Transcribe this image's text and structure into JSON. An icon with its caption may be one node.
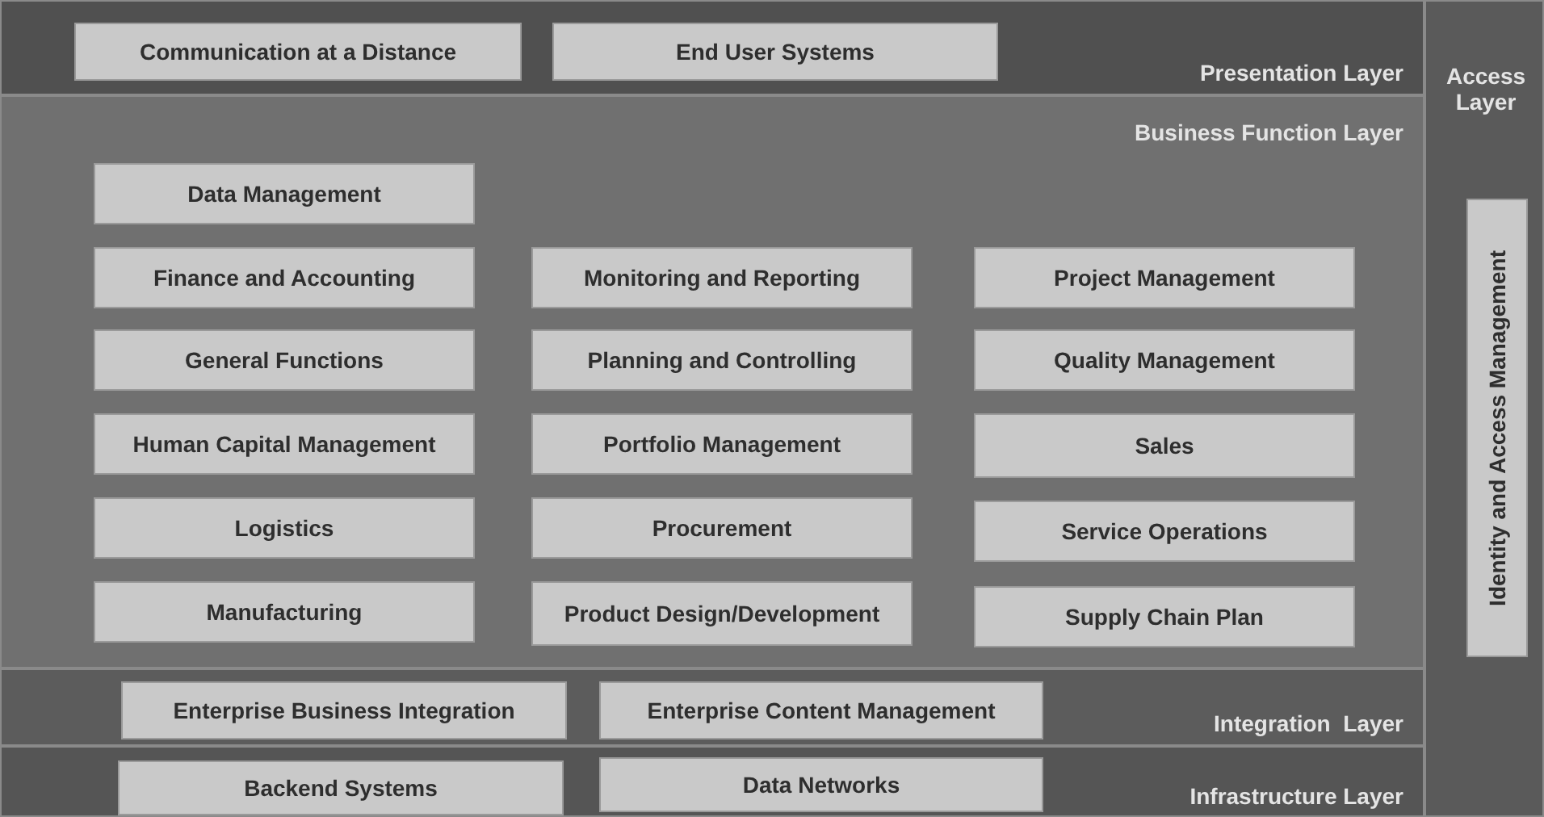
{
  "diagram": {
    "nodes": [
      {
        "text": [
          "Presentation Layer"
        ]
      },
      {
        "text": [
          "Communication at a Distance"
        ],
        "in": 0
      },
      {
        "text": [
          "End User Systems"
        ],
        "in": 0
      },
      {
        "text": [
          "Access Layer"
        ]
      },
      {
        "text": [
          "Identity and Access Management"
        ],
        "in": 3
      },
      {
        "text": [
          "Business Function Layer"
        ]
      },
      {
        "text": [
          "Data Management"
        ],
        "in": 5
      },
      {
        "text": [
          "Finance and Accounting"
        ],
        "in": 5
      },
      {
        "text": [
          "Monitoring and Reporting"
        ],
        "in": 5
      },
      {
        "text": [
          "Project Management"
        ],
        "in": 5
      },
      {
        "text": [
          "General Functions"
        ],
        "in": 5
      },
      {
        "text": [
          "Planning and Controlling"
        ],
        "in": 5
      },
      {
        "text": [
          "Quality Management"
        ],
        "in": 5
      },
      {
        "text": [
          "Human Capital Management"
        ],
        "in": 5
      },
      {
        "text": [
          "Portfolio Management"
        ],
        "in": 5
      },
      {
        "text": [
          "Sales"
        ],
        "in": 5
      },
      {
        "text": [
          "Logistics"
        ],
        "in": 5
      },
      {
        "text": [
          "Procurement"
        ],
        "in": 5
      },
      {
        "text": [
          "Service Operations"
        ],
        "in": 5
      },
      {
        "text": [
          "Manufacturing"
        ],
        "in": 5
      },
      {
        "text": [
          "Product Design/Development"
        ],
        "in": 5
      },
      {
        "text": [
          "Supply Chain Plan"
        ],
        "in": 5
      },
      {
        "text": [
          "Integration  Layer"
        ]
      },
      {
        "text": [
          "Enterprise Business Integration"
        ],
        "in": 22
      },
      {
        "text": [
          "Enterprise Content Management"
        ],
        "in": 22
      },
      {
        "text": [
          "Infrastructure Layer"
        ]
      },
      {
        "text": [
          "Backend Systems"
        ],
        "in": 25
      },
      {
        "text": [
          "Data Networks"
        ],
        "in": 25
      }
    ]
  }
}
